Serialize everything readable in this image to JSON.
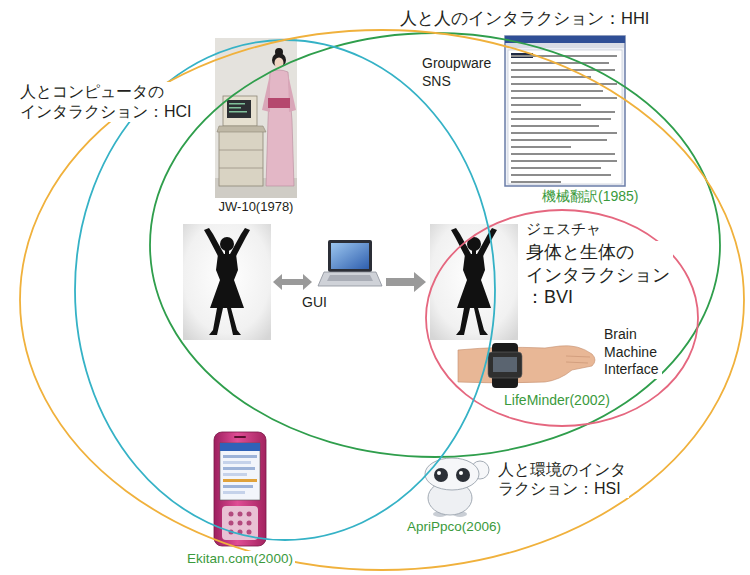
{
  "diagram": {
    "nodes": [
      {
        "text": [
          "人と人のインタラクション：HHI"
        ]
      },
      {
        "text": [
          "人とコンピュータの インタラクション：HCI"
        ]
      },
      {
        "text": [
          "身体と生体の インタラクション ：BVI"
        ],
        "in": 0
      },
      {
        "text": [
          "人と環境のインタ ラクション：HSI"
        ]
      }
    ],
    "labels": [
      "Groupware",
      "SNS",
      "JW-10(1978)",
      "機械翻訳(1985)",
      "ジェスチャ",
      "GUI",
      "Brain Machine Interface",
      "LifeMinder(2002)",
      "ApriPpco(2006)",
      "Ekitan.com(2000)"
    ]
  }
}
